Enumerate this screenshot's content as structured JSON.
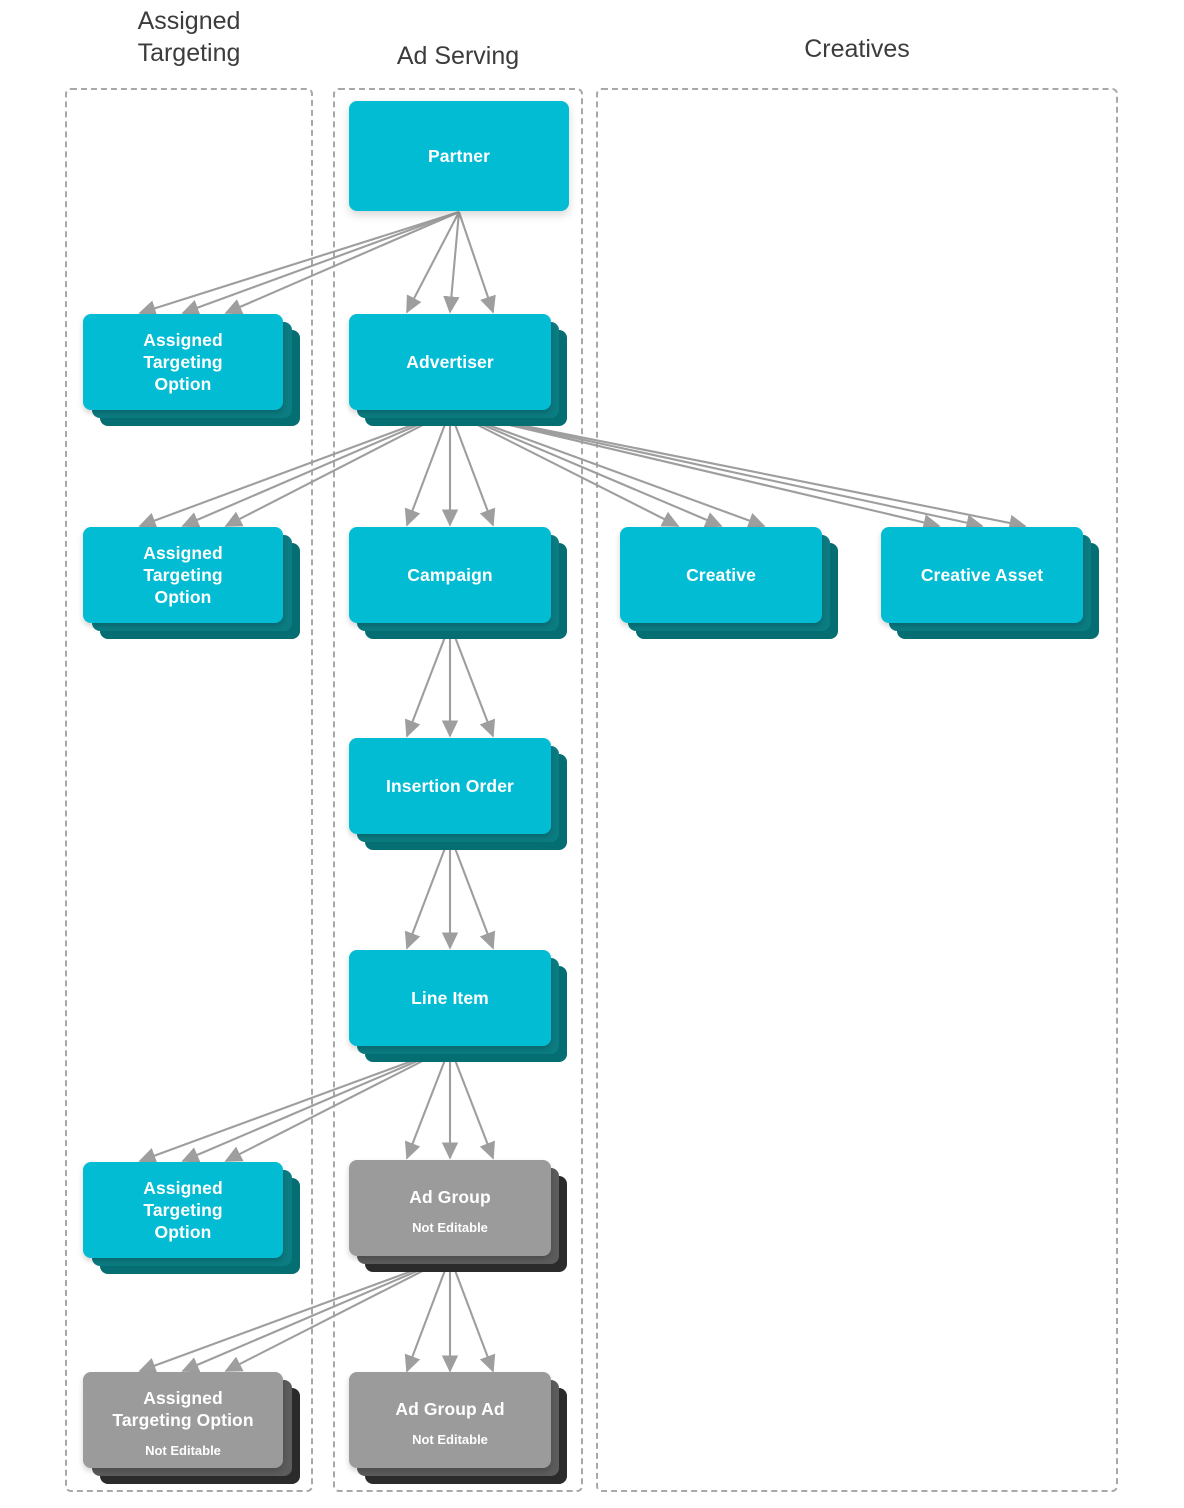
{
  "colors": {
    "cyan": "#02bcd4",
    "cyan_stack_mid": "#0b7c82",
    "cyan_stack_back": "#046e73",
    "gray": "#9b9b9b",
    "gray_stack_mid": "#5c5c5c",
    "gray_stack_back": "#2b2b2b",
    "arrow": "#9e9e9e",
    "lane_border": "#a8a8a8",
    "title_text": "#3c3c3c",
    "card_text": "#ffffff"
  },
  "columns": [
    {
      "id": "assigned-targeting",
      "label": "Assigned\nTargeting",
      "label_line1": "Assigned",
      "label_line2": "Targeting"
    },
    {
      "id": "ad-serving",
      "label": "Ad Serving"
    },
    {
      "id": "creatives",
      "label": "Creatives"
    }
  ],
  "column_titles": {
    "assigned_targeting_line1": "Assigned",
    "assigned_targeting_line2": "Targeting",
    "ad_serving": "Ad Serving",
    "creatives": "Creatives"
  },
  "nodes": [
    {
      "id": "partner",
      "title": "Partner",
      "sub": "",
      "style": "cyan",
      "stacked": false,
      "column": "ad-serving"
    },
    {
      "id": "ato-1",
      "title": "Assigned\nTargeting\nOption",
      "title_lines": [
        "Assigned",
        "Targeting",
        "Option"
      ],
      "sub": "",
      "style": "cyan",
      "stacked": true,
      "column": "assigned-targeting"
    },
    {
      "id": "advertiser",
      "title": "Advertiser",
      "sub": "",
      "style": "cyan",
      "stacked": true,
      "column": "ad-serving"
    },
    {
      "id": "ato-2",
      "title": "Assigned\nTargeting\nOption",
      "title_lines": [
        "Assigned",
        "Targeting",
        "Option"
      ],
      "sub": "",
      "style": "cyan",
      "stacked": true,
      "column": "assigned-targeting"
    },
    {
      "id": "campaign",
      "title": "Campaign",
      "sub": "",
      "style": "cyan",
      "stacked": true,
      "column": "ad-serving"
    },
    {
      "id": "creative",
      "title": "Creative",
      "sub": "",
      "style": "cyan",
      "stacked": true,
      "column": "creatives"
    },
    {
      "id": "creative-asset",
      "title": "Creative Asset",
      "sub": "",
      "style": "cyan",
      "stacked": true,
      "column": "creatives"
    },
    {
      "id": "insertion-order",
      "title": "Insertion Order",
      "sub": "",
      "style": "cyan",
      "stacked": true,
      "column": "ad-serving"
    },
    {
      "id": "line-item",
      "title": "Line Item",
      "sub": "",
      "style": "cyan",
      "stacked": true,
      "column": "ad-serving"
    },
    {
      "id": "ato-3",
      "title": "Assigned\nTargeting\nOption",
      "title_lines": [
        "Assigned",
        "Targeting",
        "Option"
      ],
      "sub": "",
      "style": "cyan",
      "stacked": true,
      "column": "assigned-targeting"
    },
    {
      "id": "ad-group",
      "title": "Ad Group",
      "sub": "Not Editable",
      "style": "gray",
      "stacked": true,
      "column": "ad-serving"
    },
    {
      "id": "ato-4",
      "title": "Assigned\nTargeting Option",
      "title_lines": [
        "Assigned",
        "Targeting Option"
      ],
      "sub": "Not Editable",
      "style": "gray",
      "stacked": true,
      "column": "assigned-targeting"
    },
    {
      "id": "ad-group-ad",
      "title": "Ad Group Ad",
      "sub": "Not Editable",
      "style": "gray",
      "stacked": true,
      "column": "ad-serving"
    }
  ],
  "labels": {
    "partner": "Partner",
    "advertiser": "Advertiser",
    "campaign": "Campaign",
    "insertion_order": "Insertion Order",
    "line_item": "Line Item",
    "creative": "Creative",
    "creative_asset": "Creative Asset",
    "ad_group": "Ad Group",
    "ad_group_ad": "Ad Group Ad",
    "ato_line_assigned": "Assigned",
    "ato_line_targeting": "Targeting",
    "ato_line_option": "Option",
    "ato_line_targeting_option": "Targeting Option",
    "not_editable": "Not Editable"
  },
  "edges": [
    {
      "from": "partner",
      "to": "ato-1",
      "multiplicity": 3
    },
    {
      "from": "partner",
      "to": "advertiser",
      "multiplicity": 3
    },
    {
      "from": "advertiser",
      "to": "ato-2",
      "multiplicity": 3
    },
    {
      "from": "advertiser",
      "to": "campaign",
      "multiplicity": 3
    },
    {
      "from": "advertiser",
      "to": "creative",
      "multiplicity": 3
    },
    {
      "from": "advertiser",
      "to": "creative-asset",
      "multiplicity": 3
    },
    {
      "from": "campaign",
      "to": "insertion-order",
      "multiplicity": 3
    },
    {
      "from": "insertion-order",
      "to": "line-item",
      "multiplicity": 3
    },
    {
      "from": "line-item",
      "to": "ato-3",
      "multiplicity": 3
    },
    {
      "from": "line-item",
      "to": "ad-group",
      "multiplicity": 3
    },
    {
      "from": "ad-group",
      "to": "ato-4",
      "multiplicity": 3
    },
    {
      "from": "ad-group",
      "to": "ad-group-ad",
      "multiplicity": 3
    }
  ]
}
